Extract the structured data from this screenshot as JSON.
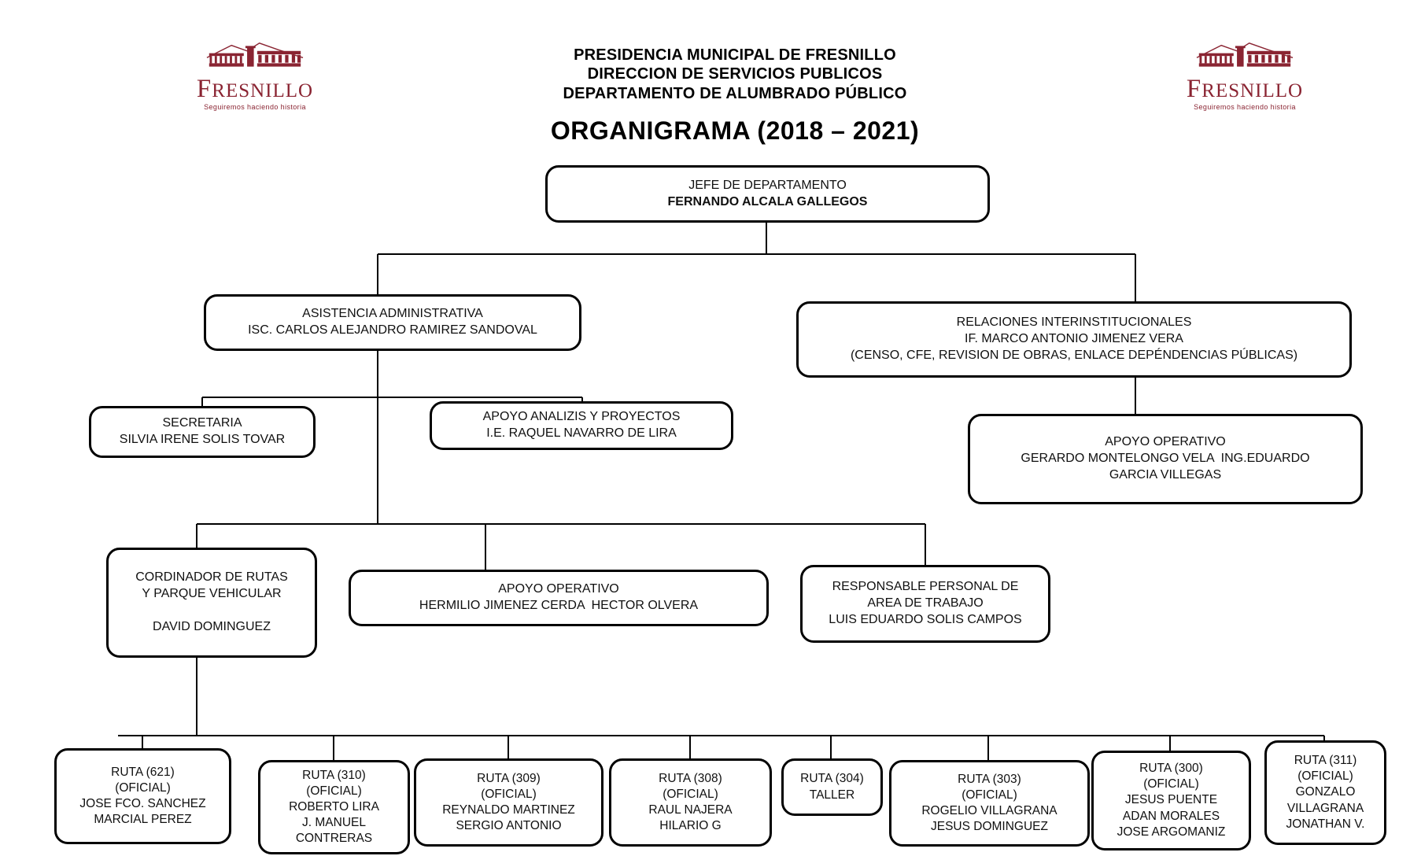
{
  "page": {
    "background": "#ffffff",
    "line_color": "#000000"
  },
  "brand": {
    "logo_word": "FRESNILLO",
    "logo_tagline": "Seguiremos haciendo historia",
    "logo_color": "#8a2432"
  },
  "header": {
    "line1": "PRESIDENCIA MUNICIPAL DE FRESNILLO",
    "line2": "DIRECCION DE SERVICIOS PUBLICOS",
    "line3": "DEPARTAMENTO DE ALUMBRADO PÚBLICO",
    "title": "ORGANIGRAMA (2018 – 2021)"
  },
  "nodes": {
    "jefe": {
      "lines": [
        "JEFE DE DEPARTAMENTO",
        "FERNANDO ALCALA GALLEGOS"
      ]
    },
    "asistencia": {
      "lines": [
        "ASISTENCIA ADMINISTRATIVA",
        "ISC. CARLOS ALEJANDRO RAMIREZ SANDOVAL"
      ]
    },
    "relaciones": {
      "lines": [
        "RELACIONES INTERINSTITUCIONALES",
        "IF. MARCO ANTONIO JIMENEZ VERA",
        "(CENSO, CFE, REVISION DE OBRAS, ENLACE DEPÉNDENCIAS PÚBLICAS)"
      ]
    },
    "secretaria": {
      "lines": [
        "SECRETARIA",
        "SILVIA IRENE SOLIS TOVAR"
      ]
    },
    "apoyo_analizis": {
      "lines": [
        "APOYO ANALIZIS Y PROYECTOS",
        "I.E. RAQUEL NAVARRO DE LIRA"
      ]
    },
    "apoyo_operativo_relaciones": {
      "lines": [
        "APOYO OPERATIVO",
        "GERARDO MONTELONGO VELA  ING.EDUARDO",
        "GARCIA VILLEGAS"
      ]
    },
    "cordinador": {
      "lines": [
        "CORDINADOR DE RUTAS",
        "Y PARQUE VEHICULAR",
        "",
        "DAVID DOMINGUEZ"
      ]
    },
    "apoyo_operativo_rutas": {
      "lines": [
        "APOYO OPERATIVO",
        "HERMILIO JIMENEZ CERDA  HECTOR OLVERA"
      ]
    },
    "responsable": {
      "lines": [
        "RESPONSABLE PERSONAL DE",
        "AREA DE TRABAJO",
        "LUIS EDUARDO SOLIS CAMPOS"
      ]
    },
    "ruta621": {
      "lines": [
        "RUTA (621)",
        "(OFICIAL)",
        "JOSE FCO. SANCHEZ",
        "MARCIAL PEREZ"
      ]
    },
    "ruta310": {
      "lines": [
        "RUTA (310)",
        "(OFICIAL)",
        "ROBERTO LIRA",
        "J. MANUEL",
        "CONTRERAS"
      ]
    },
    "ruta309": {
      "lines": [
        "RUTA (309)",
        "(OFICIAL)",
        "REYNALDO MARTINEZ",
        "SERGIO ANTONIO"
      ]
    },
    "ruta308": {
      "lines": [
        "RUTA (308)",
        "(OFICIAL)",
        "RAUL NAJERA",
        "HILARIO G"
      ]
    },
    "ruta304": {
      "lines": [
        "RUTA (304)",
        "TALLER"
      ]
    },
    "ruta303": {
      "lines": [
        "RUTA (303)",
        "(OFICIAL)",
        "ROGELIO VILLAGRANA",
        "JESUS DOMINGUEZ"
      ]
    },
    "ruta300": {
      "lines": [
        "RUTA (300)",
        "(OFICIAL)",
        "JESUS PUENTE",
        "ADAN MORALES",
        "JOSE ARGOMANIZ"
      ]
    },
    "ruta311": {
      "lines": [
        "RUTA (311)",
        "(OFICIAL)",
        "GONZALO",
        "VILLAGRANA",
        "JONATHAN V."
      ]
    }
  }
}
